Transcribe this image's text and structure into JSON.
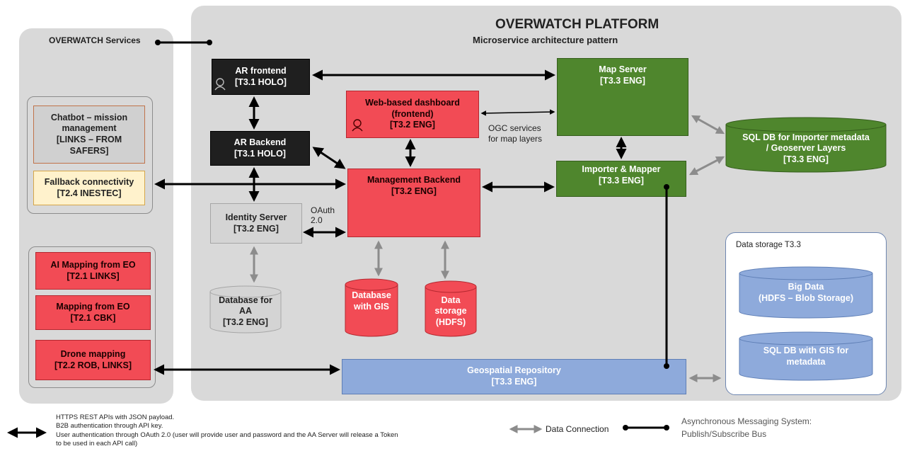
{
  "platform": {
    "title": "OVERWATCH PLATFORM",
    "subtitle": "Microservice architecture pattern"
  },
  "services": {
    "title": "OVERWATCH Services",
    "chatbot": [
      "Chatbot – mission",
      "management",
      "[LINKS – FROM",
      "SAFERS]"
    ],
    "fallback": [
      "Fallback connectivity",
      "[T2.4 INESTEC]"
    ],
    "ai_mapping": [
      "AI Mapping from EO",
      "[T2.1 LINKS]"
    ],
    "mapping_eo": [
      "Mapping from EO",
      "[T2.1 CBK]"
    ],
    "drone_mapping": [
      "Drone mapping",
      "[T2.2 ROB, LINKS]"
    ]
  },
  "components": {
    "ar_frontend": [
      "AR frontend",
      "[T3.1 HOLO]"
    ],
    "ar_backend": [
      "AR Backend",
      "[T3.1 HOLO]"
    ],
    "dashboard": [
      "Web-based dashboard",
      "(frontend)",
      "[T3.2 ENG]"
    ],
    "mgmt_backend": [
      "Management Backend",
      "[T3.2 ENG]"
    ],
    "identity": [
      "Identity Server",
      "[T3.2 ENG]"
    ],
    "oauth": [
      "OAuth",
      "2.0"
    ],
    "db_aa": [
      "Database for AA",
      "[T3.2 ENG]"
    ],
    "db_gis": [
      "Database",
      "with GIS"
    ],
    "data_storage": [
      "Data",
      "storage",
      "(HDFS)"
    ],
    "map_server": [
      "Map Server",
      "[T3.3 ENG]"
    ],
    "ogc": [
      "OGC services",
      "for map layers"
    ],
    "importer": [
      "Importer & Mapper",
      "[T3.3 ENG]"
    ],
    "sql_importer": [
      "SQL DB for Importer metadata",
      "/ Geoserver Layers",
      "[T3.3 ENG]"
    ],
    "geo_repo": [
      "Geospatial Repository",
      "[T3.3 ENG]"
    ]
  },
  "storage_panel": {
    "title": "Data storage T3.3",
    "big_data": [
      "Big Data",
      "(HDFS – Blob Storage)"
    ],
    "sql_gis": [
      "SQL DB with GIS for",
      "metadata"
    ]
  },
  "legend": {
    "rest": [
      "HTTPS REST APIs with JSON payload.",
      "B2B authentication through API key.",
      "User authentication through OAuth 2.0 (user will provide user and password and the AA Server will release a Token",
      "to be used in each API call)"
    ],
    "data_connection": "Data Connection",
    "async": [
      "Asynchronous Messaging System:",
      "Publish/Subscribe Bus"
    ]
  },
  "colors": {
    "black_box": "#1f1f1f",
    "red_box": "#f24b55",
    "green_box": "#4f862d",
    "grey_box": "#d4d4d4",
    "blue_box": "#8eaadb",
    "panel": "#d9d9d9",
    "data_arrow": "#8c8c8c"
  }
}
